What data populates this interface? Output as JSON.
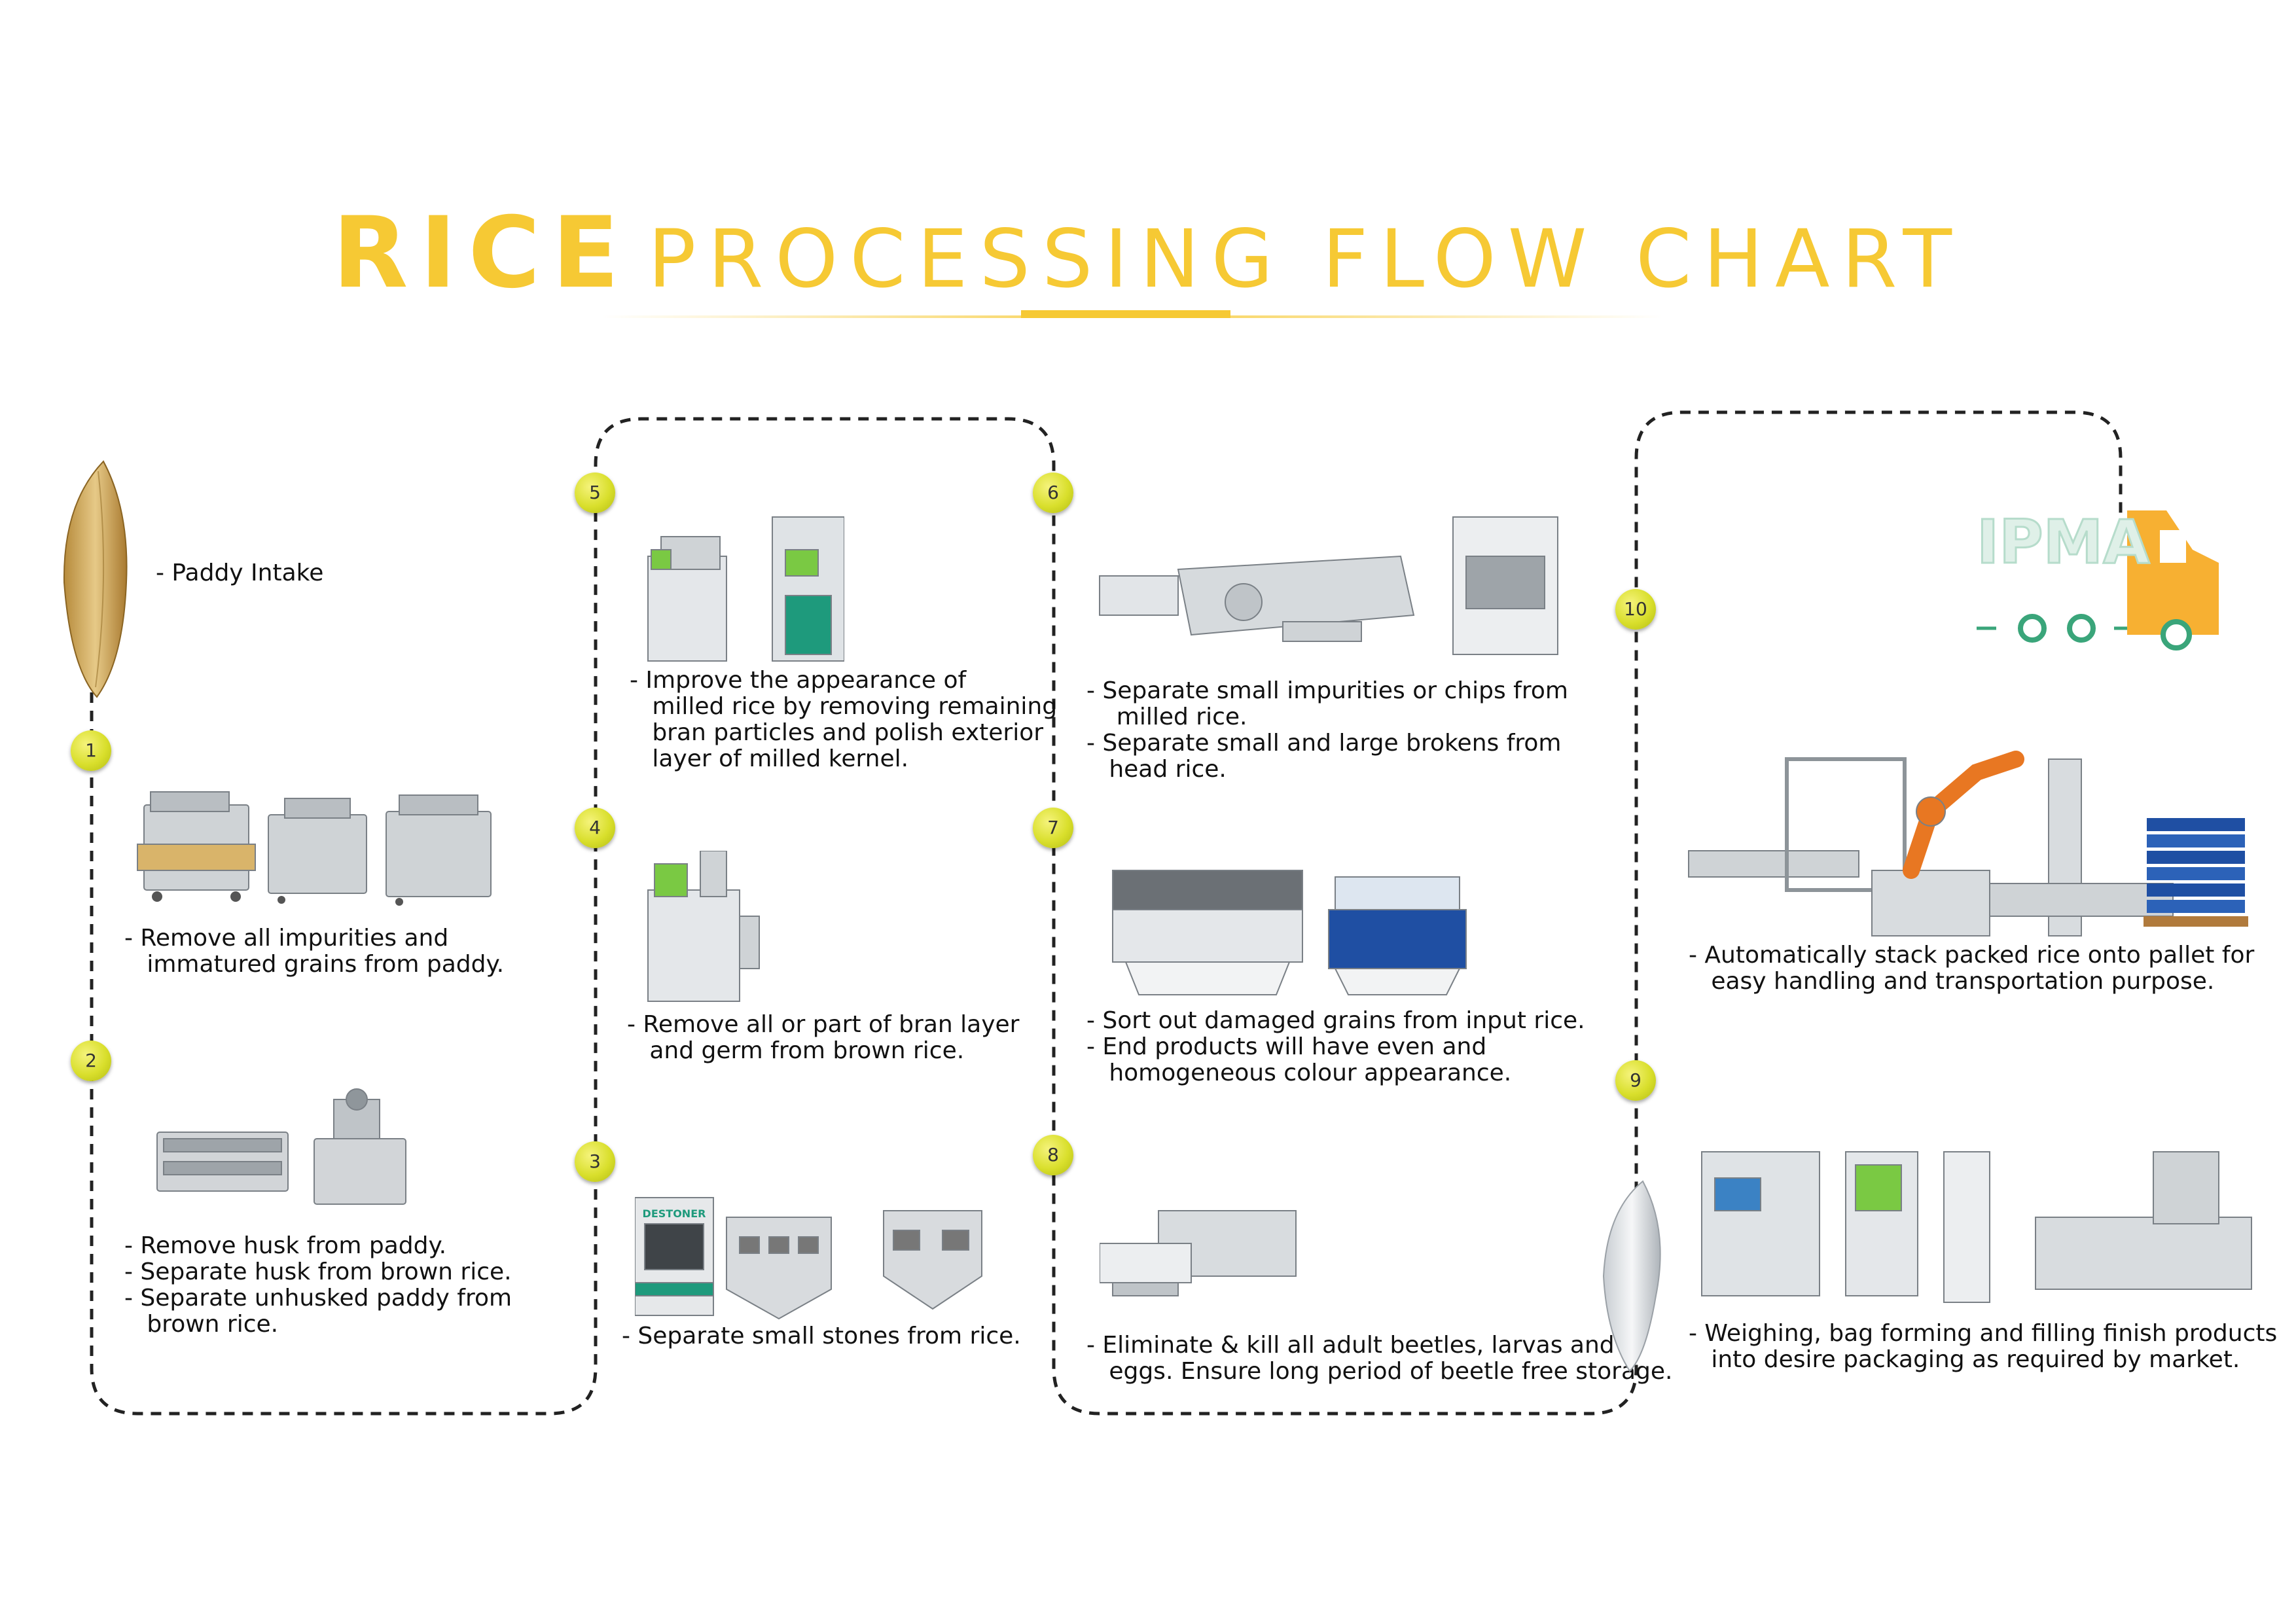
{
  "title": {
    "bold": "RICE",
    "rest": "PROCESSING FLOW CHART"
  },
  "intake": {
    "label": "- Paddy Intake"
  },
  "truck_logo": "IPMA",
  "steps": [
    {
      "num": "1",
      "text": "- Remove all impurities and\n   immatured grains from paddy."
    },
    {
      "num": "2",
      "text": "- Remove husk from paddy.\n- Separate husk from brown rice.\n- Separate unhusked paddy from\n   brown rice."
    },
    {
      "num": "3",
      "text": "- Separate small stones from rice."
    },
    {
      "num": "4",
      "text": "- Remove all or part of bran layer\n   and germ from brown rice."
    },
    {
      "num": "5",
      "text": "- Improve the appearance of\n   milled rice by removing remaining\n   bran particles and polish exterior\n   layer of milled kernel."
    },
    {
      "num": "6",
      "text": "- Separate small impurities or chips from\n    milled rice.\n- Separate small and large brokens from\n   head rice."
    },
    {
      "num": "7",
      "text": "- Sort out damaged grains from input rice.\n- End products will have even and\n   homogeneous colour appearance."
    },
    {
      "num": "8",
      "text": "- Eliminate & kill all adult beetles, larvas and\n   eggs. Ensure long period of beetle free storage."
    },
    {
      "num": "9",
      "text": "- Weighing, bag forming and filling finish products\n   into desire packaging as required by market."
    },
    {
      "num": "10",
      "text": "- Automatically stack packed rice onto pallet for\n   easy handling and transportation purpose."
    }
  ],
  "machine_labels": {
    "destoner": "DESTONER"
  },
  "colors": {
    "accent": "#f6c934",
    "badge": "#d9df2c",
    "truck": "#f7b032",
    "truck_logo": "#dff0e8",
    "truck_wheel": "#3aa57a"
  }
}
